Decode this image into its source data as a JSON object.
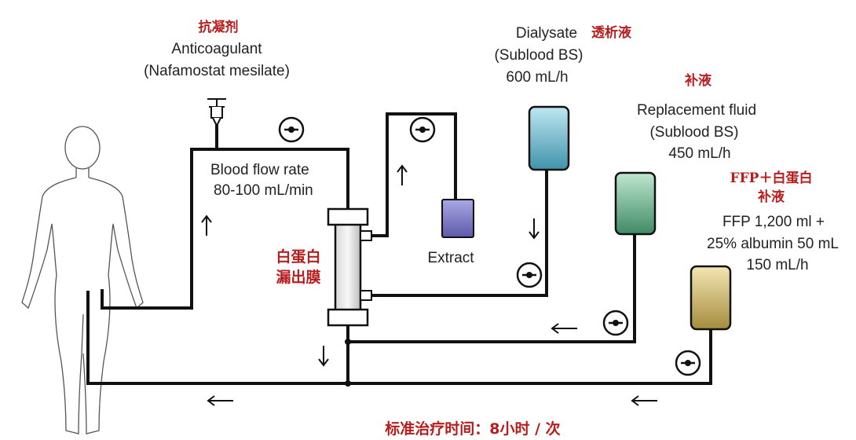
{
  "anticoagulant": {
    "label_cn": "抗凝剂",
    "label_en": "Anticoagulant",
    "drug": "(Nafamostat mesilate)"
  },
  "blood_flow": {
    "label": "Blood flow rate",
    "value": "80-100 mL/min"
  },
  "membrane": {
    "line1": "白蛋白",
    "line2": "漏出膜"
  },
  "extract": {
    "label": "Extract",
    "color": "#7b79c7"
  },
  "dialysate": {
    "label_en": "Dialysate",
    "label_cn": "透析液",
    "product": "(Sublood BS)",
    "rate": "600 mL/h",
    "color": "#6fbcd4"
  },
  "replacement": {
    "label_cn": "补液",
    "label_en": "Replacement fluid",
    "product": "(Sublood BS)",
    "rate": "450 mL/h",
    "color": "#6fb18f"
  },
  "ffp": {
    "title_cn_line1": "FFP＋白蛋白",
    "title_cn_line2": "补液",
    "line1": "FFP 1,200 ml +",
    "line2": "25% albumin 50 mL",
    "rate": "150 mL/h",
    "color": "#d8c27a"
  },
  "footer": "标准治疗时间：8小时 / 次"
}
